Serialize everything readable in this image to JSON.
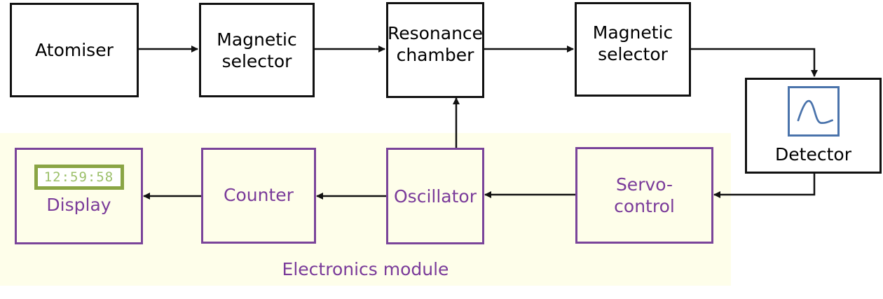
{
  "diagram": {
    "blocks": {
      "atomiser": "Atomiser",
      "magnetic_selector_1": "Magnetic\nselector",
      "resonance_chamber": "Resonance\nchamber",
      "magnetic_selector_2": "Magnetic\nselector",
      "detector": "Detector",
      "servo_control": "Servo-\ncontrol",
      "oscillator": "Oscillator",
      "counter": "Counter",
      "display": "Display"
    },
    "display_readout": "12:59:58",
    "module_label": "Electronics module",
    "connections": [
      {
        "from": "atomiser",
        "to": "magnetic_selector_1"
      },
      {
        "from": "magnetic_selector_1",
        "to": "resonance_chamber"
      },
      {
        "from": "resonance_chamber",
        "to": "magnetic_selector_2"
      },
      {
        "from": "magnetic_selector_2",
        "to": "detector"
      },
      {
        "from": "detector",
        "to": "servo_control"
      },
      {
        "from": "servo_control",
        "to": "oscillator"
      },
      {
        "from": "oscillator",
        "to": "resonance_chamber"
      },
      {
        "from": "oscillator",
        "to": "counter"
      },
      {
        "from": "counter",
        "to": "display"
      }
    ],
    "colors": {
      "physics_block_border": "#111111",
      "electronics_block_border": "#7a449a",
      "electronics_text": "#7a3b9a",
      "module_background": "#fefeea",
      "clock_frame": "#8aa544",
      "scope_icon": "#4a73ab"
    }
  }
}
